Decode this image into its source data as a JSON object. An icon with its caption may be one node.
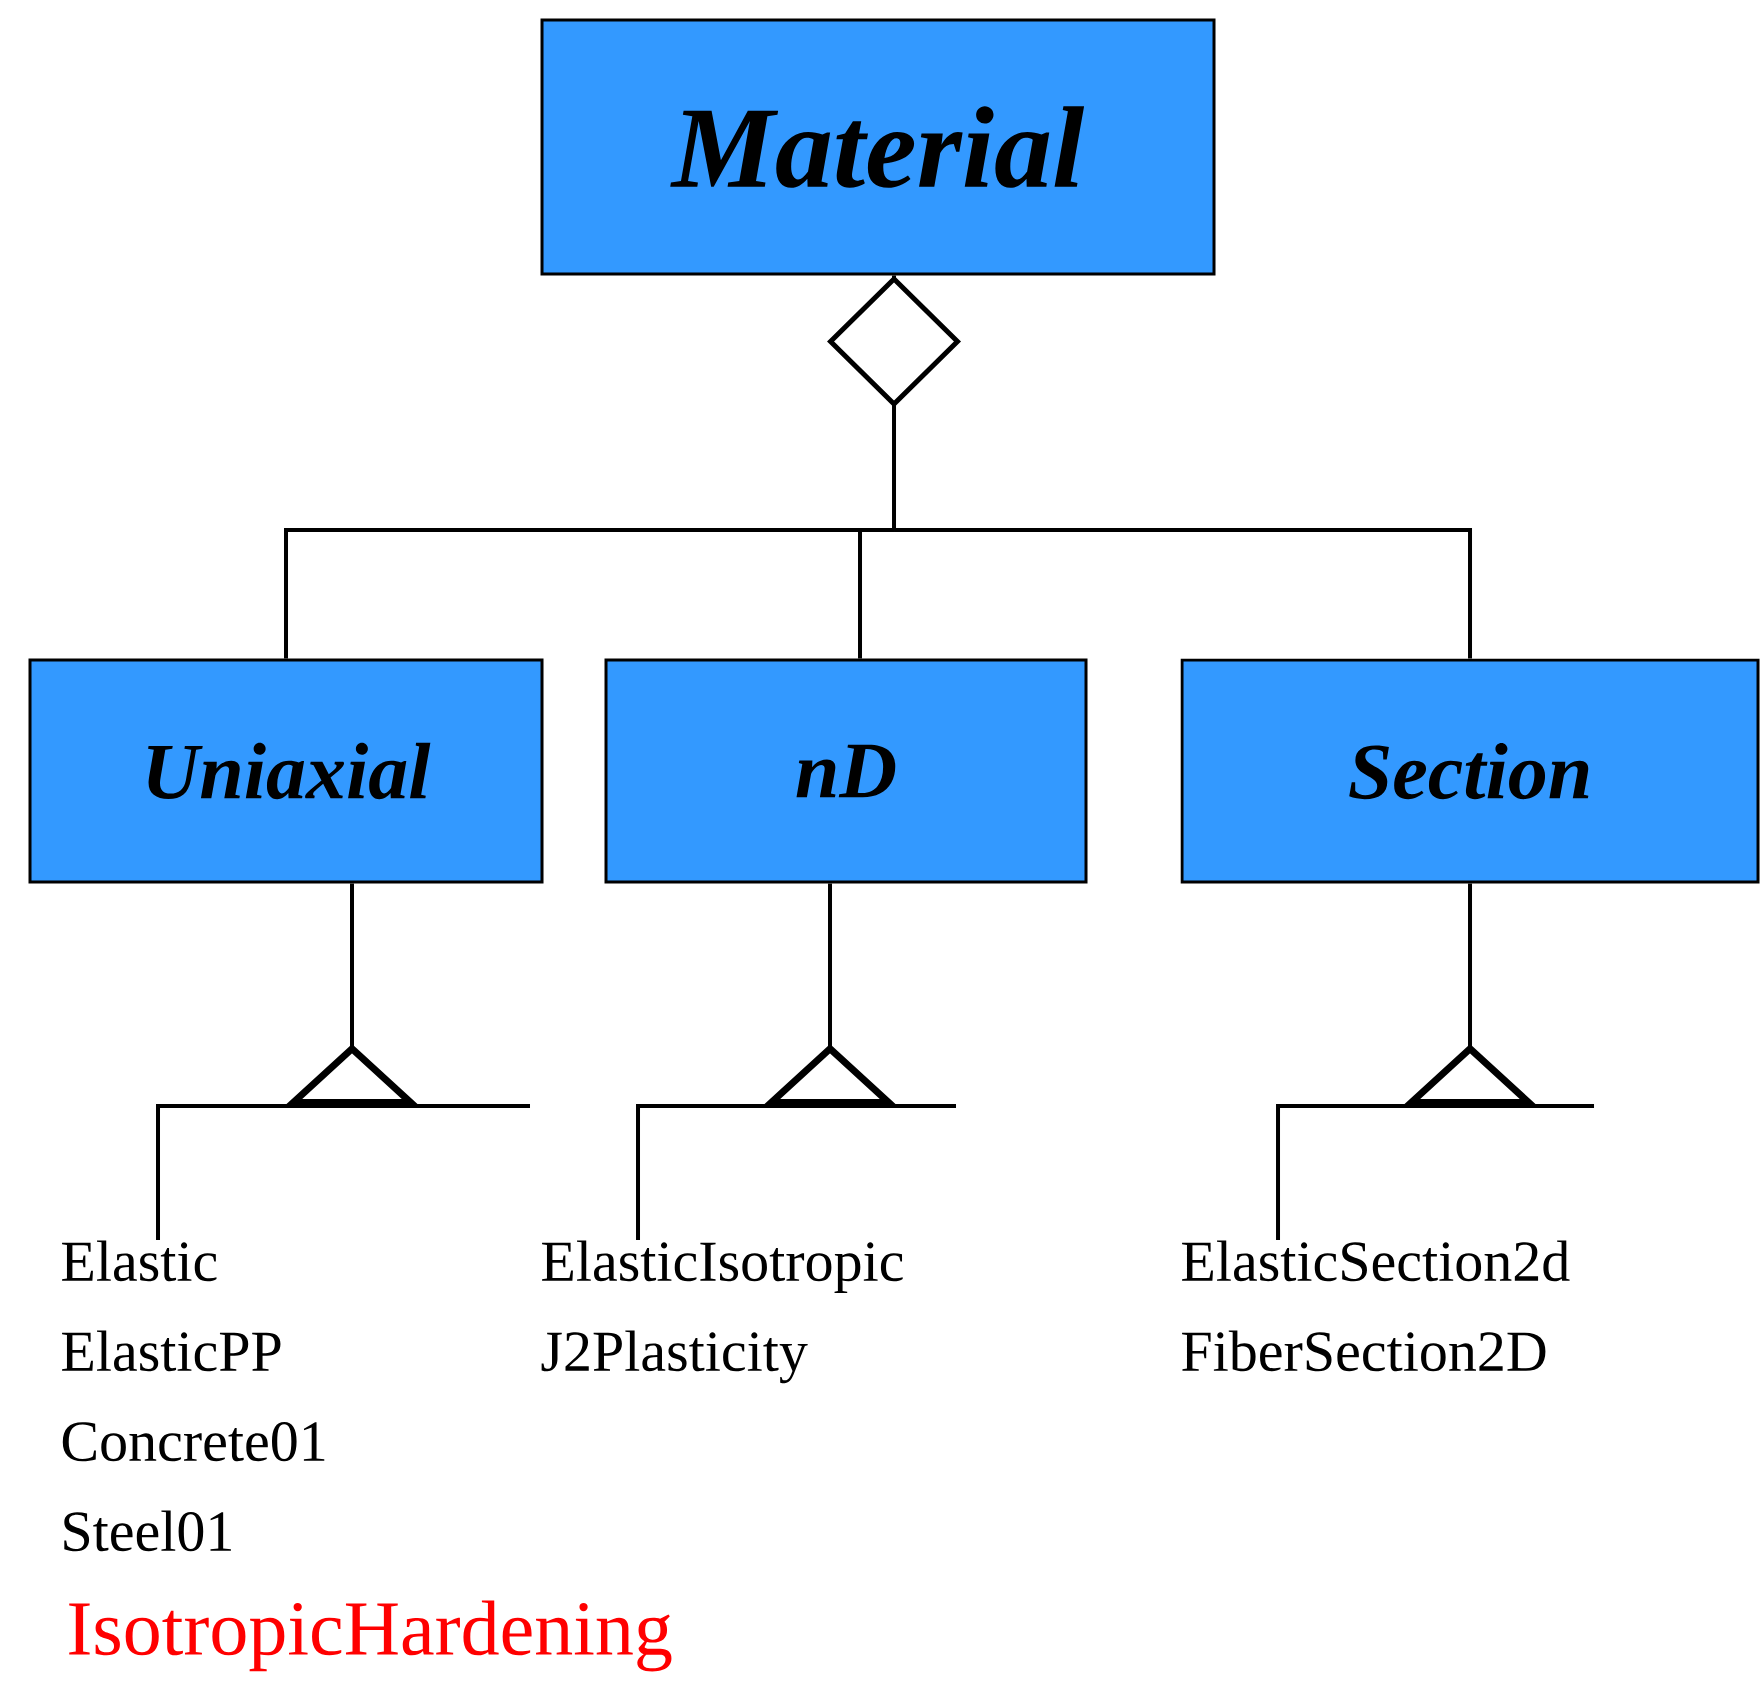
{
  "diagram": {
    "nodes": [
      {
        "text": [
          "Material"
        ]
      },
      {
        "text": [
          "Uniaxial"
        ]
      },
      {
        "text": [
          "nD"
        ]
      },
      {
        "text": [
          "Section"
        ]
      },
      {
        "text": [
          "Elastic",
          "ElasticPP",
          "Concrete01",
          "Steel01"
        ]
      },
      {
        "text": [
          "ElasticIsotropic",
          "J2Plasticity"
        ]
      },
      {
        "text": [
          "ElasticSection2d",
          "FiberSection2D"
        ]
      }
    ],
    "edges": [
      {
        "from": 1,
        "to": 0,
        "arrow": "other"
      },
      {
        "from": 2,
        "to": 0,
        "arrow": "other"
      },
      {
        "from": 3,
        "to": 0,
        "arrow": "other"
      },
      {
        "from": 4,
        "to": 1,
        "arrow": "to"
      },
      {
        "from": 5,
        "to": 2,
        "arrow": "to"
      },
      {
        "from": 6,
        "to": 3,
        "arrow": "to"
      }
    ],
    "labels": [
      "IsotropicHardening"
    ]
  }
}
